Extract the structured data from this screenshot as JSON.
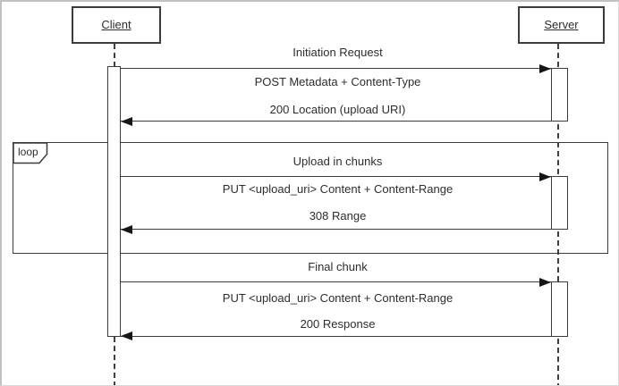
{
  "participants": {
    "client": "Client",
    "server": "Server"
  },
  "fragment": {
    "operator": "loop"
  },
  "messages": {
    "initiation_label": "Initiation Request",
    "loop_label": "Upload in chunks",
    "final_label": "Final chunk",
    "exchange1": {
      "request": "POST Metadata + Content-Type",
      "response": "200 Location (upload URI)"
    },
    "exchange2": {
      "request": "PUT <upload_uri> Content + Content-Range",
      "response": "308 Range"
    },
    "exchange3": {
      "request": "PUT <upload_uri> Content + Content-Range",
      "response": "200 Response"
    }
  },
  "colors": {
    "line": "#3b3b3b",
    "text": "#2d2d2d",
    "arrow": "#161616",
    "background": "#ffffff",
    "frame_border": "#c2c2c2"
  }
}
